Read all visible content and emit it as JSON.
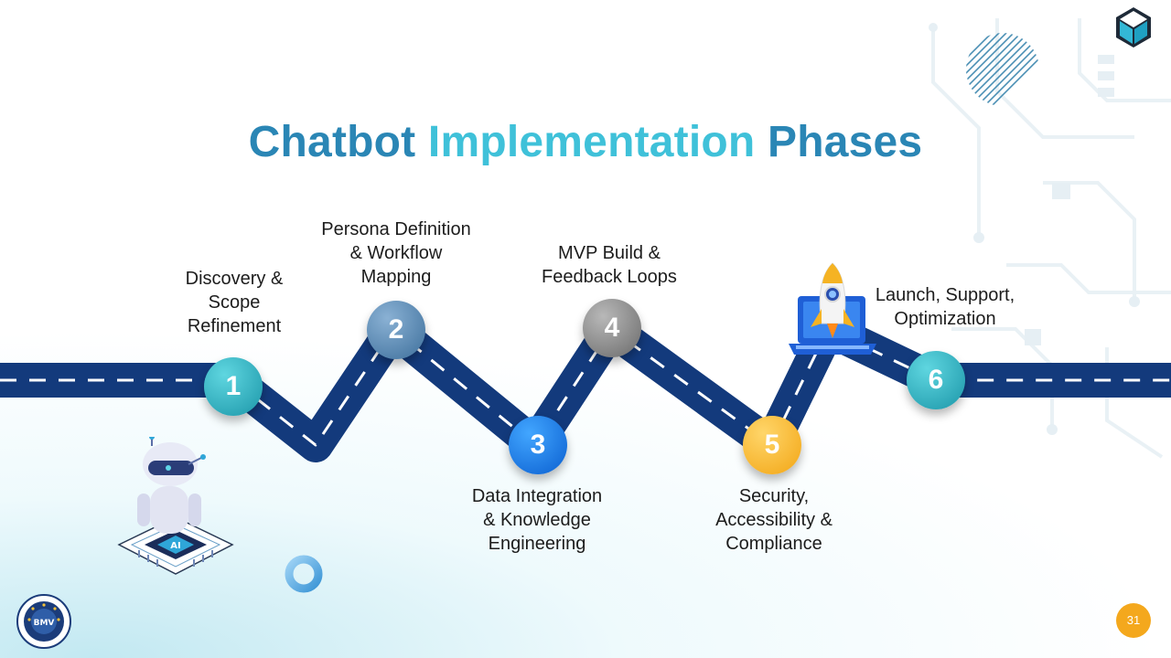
{
  "slide": {
    "title_part1": "Chatbot",
    "title_part2": "Implementation",
    "title_part3": "Phases",
    "page_number": "31",
    "seal_text": "BMV"
  },
  "phases": [
    {
      "number": "1",
      "label": "Discovery &\nScope\nRefinement",
      "color": "#1b96a8"
    },
    {
      "number": "2",
      "label": "Persona Definition\n& Workflow\nMapping",
      "color": "#3d6f9b"
    },
    {
      "number": "3",
      "label": "Data Integration\n& Knowledge\nEngineering",
      "color": "#0a5fd0"
    },
    {
      "number": "4",
      "label": "MVP Build &\nFeedback Loops",
      "color": "#6a6a6a"
    },
    {
      "number": "5",
      "label": "Security,\nAccessibility &\nCompliance",
      "color": "#f2a514"
    },
    {
      "number": "6",
      "label": "Launch, Support,\nOptimization",
      "color": "#1b96a8"
    }
  ],
  "colors": {
    "road": "#133a7c",
    "title_dark": "#2a86b5",
    "title_light": "#3fc1d9",
    "page_badge": "#f4a81d"
  },
  "icons": [
    "robot-chip-icon",
    "rocket-laptop-icon",
    "cube-logo-icon",
    "bmv-seal-icon"
  ]
}
